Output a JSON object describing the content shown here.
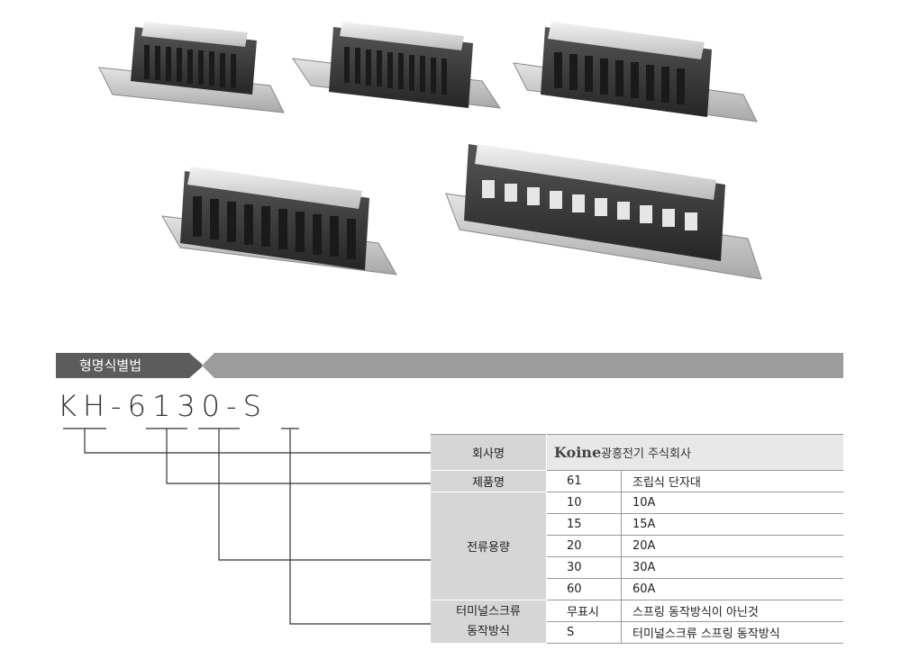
{
  "section": {
    "title": "형명식별법"
  },
  "model": {
    "code": "KH-6130-S"
  },
  "spec_table": {
    "company": {
      "label": "회사명",
      "logo": "Koine",
      "name": "광흥전기 주식회사"
    },
    "product": {
      "label": "제품명",
      "code": "61",
      "desc": "조립식 단자대"
    },
    "current": {
      "label": "전류용량",
      "rows": [
        {
          "code": "10",
          "desc": "10A"
        },
        {
          "code": "15",
          "desc": "15A"
        },
        {
          "code": "20",
          "desc": "20A"
        },
        {
          "code": "30",
          "desc": "30A"
        },
        {
          "code": "60",
          "desc": "60A"
        }
      ]
    },
    "terminal": {
      "label_line1": "터미널스크류",
      "label_line2": "동작방식",
      "rows": [
        {
          "code": "무표시",
          "desc": "스프링 동작방식이 아닌것"
        },
        {
          "code": "S",
          "desc": "터미널스크류 스프링 동작방식"
        }
      ]
    }
  },
  "colors": {
    "label_bg": "#d6d6d6",
    "bar_dark": "#5c5c5c",
    "bar_light": "#9c9c9c",
    "block_body": "#3a3a3a",
    "rail": "#c8c8c8"
  }
}
